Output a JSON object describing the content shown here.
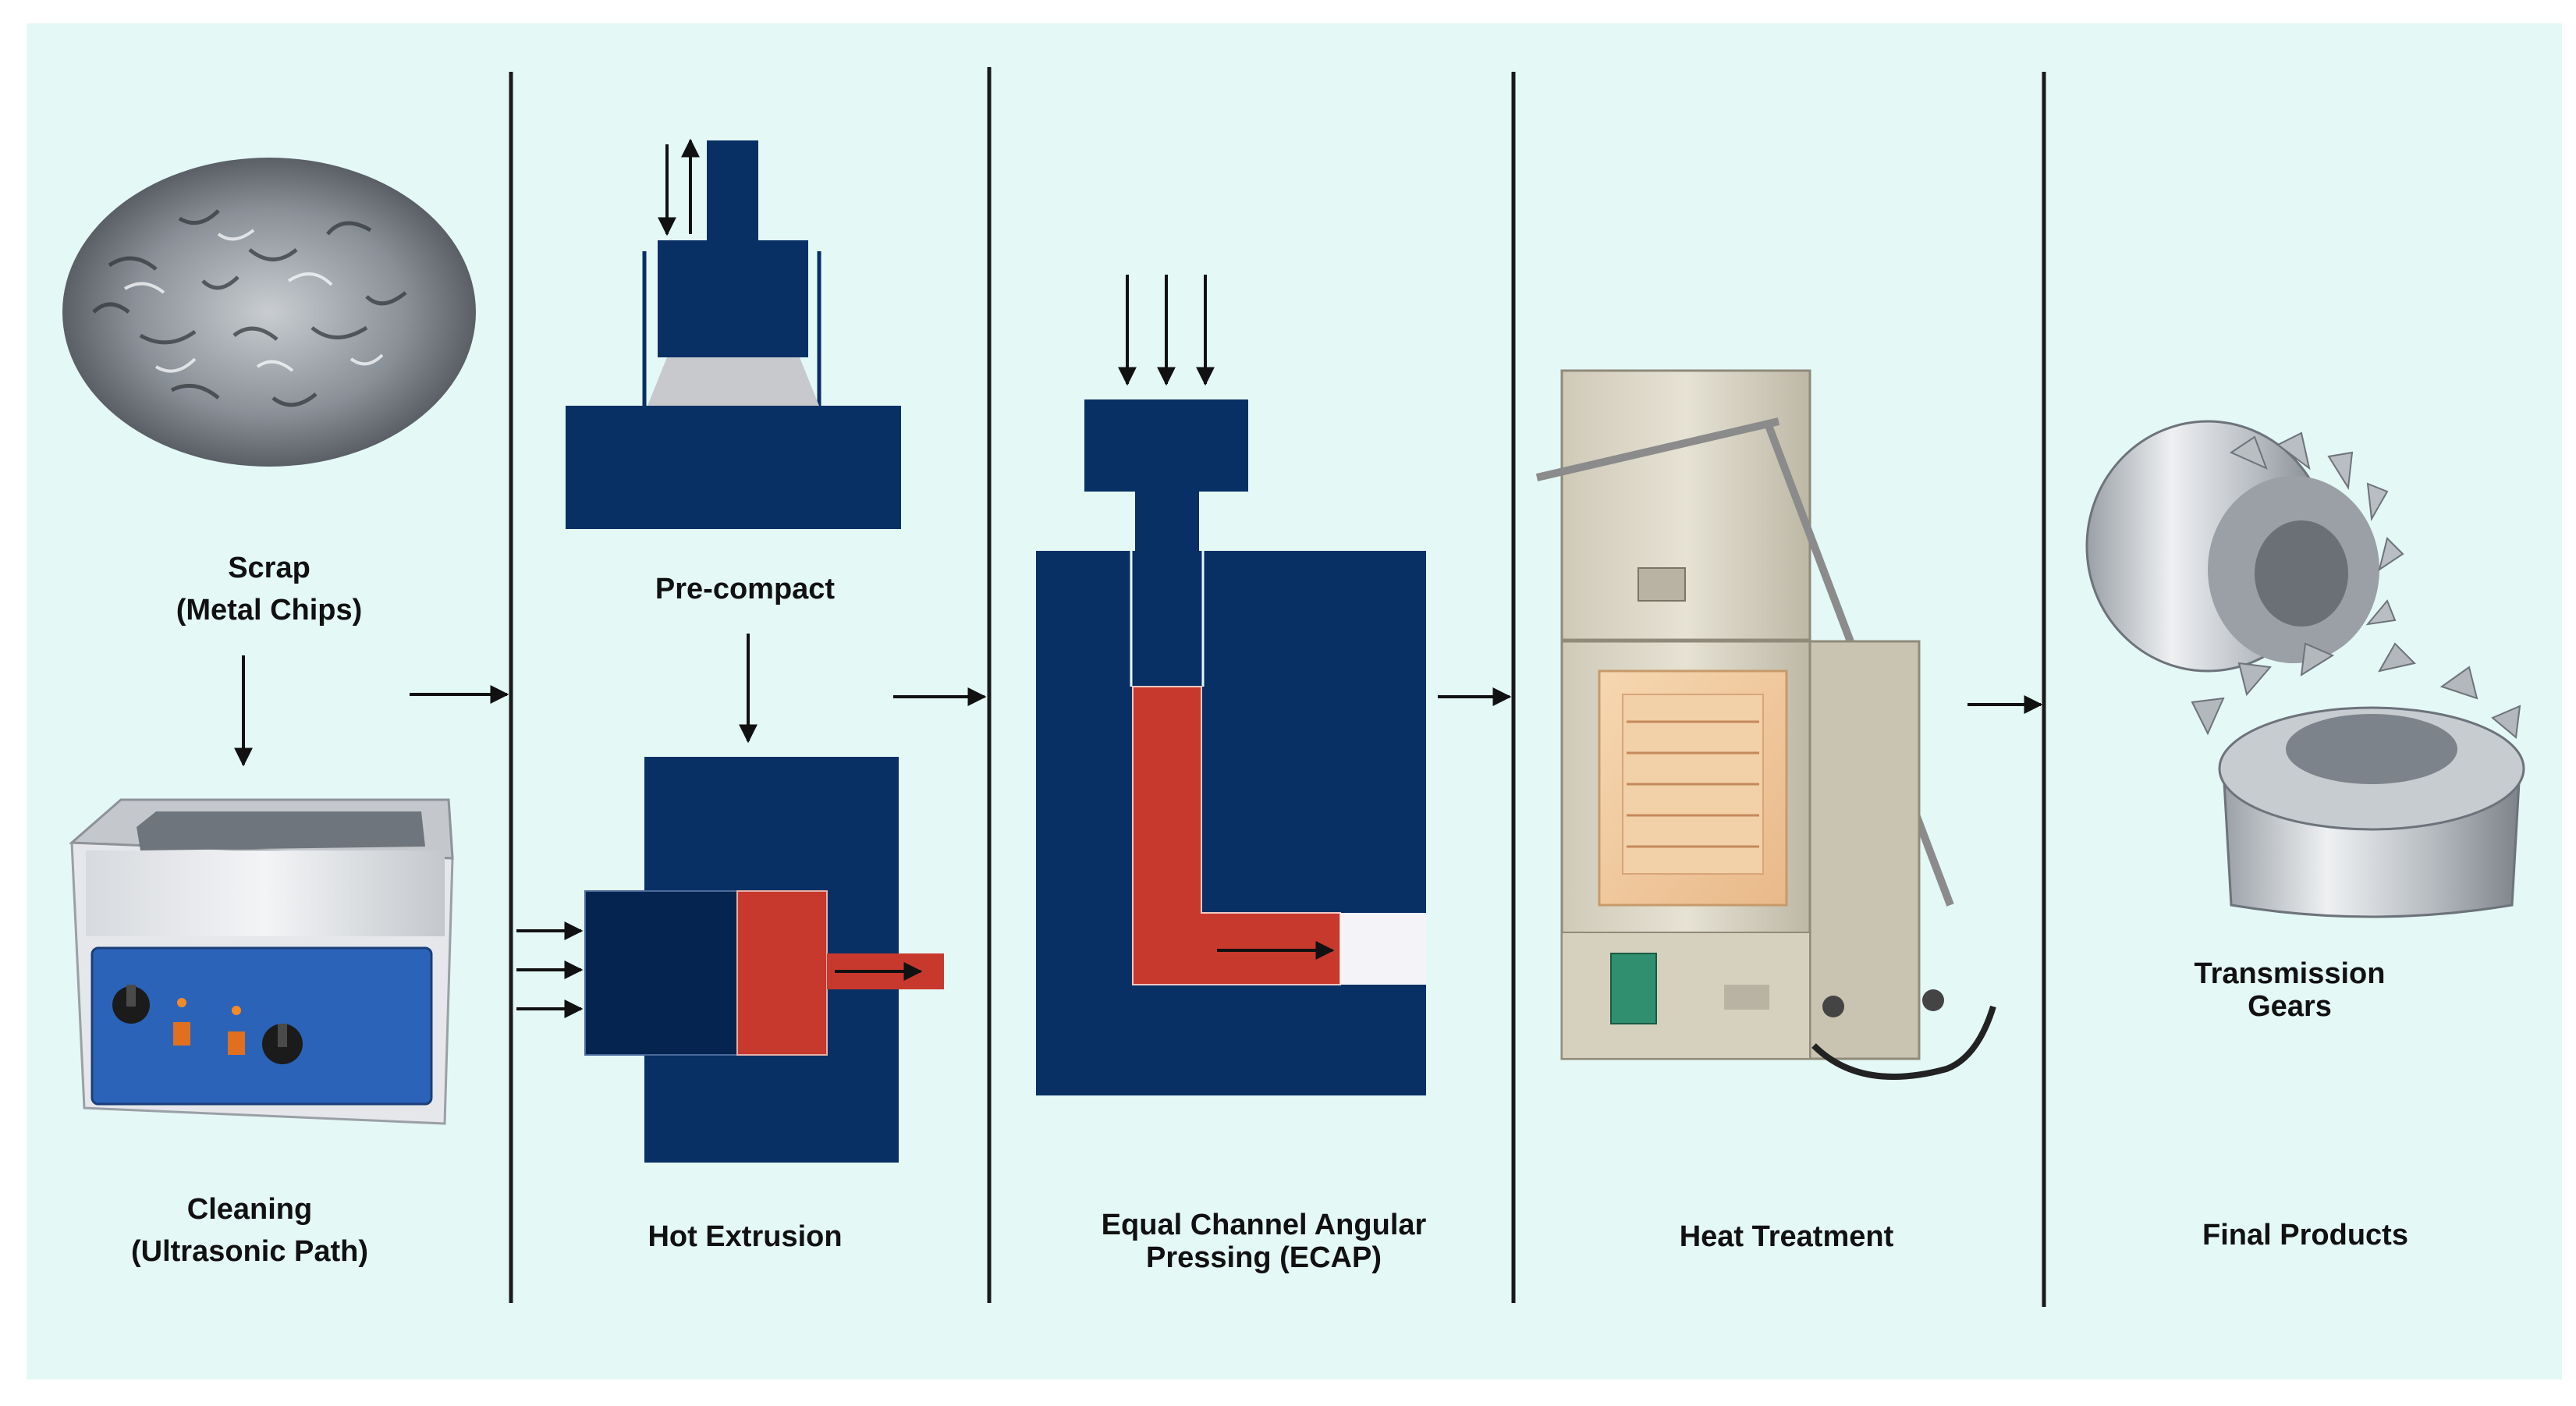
{
  "colors": {
    "background": "#e4f8f6",
    "die_blue": "#083064",
    "billet_dark": "#052550",
    "material_red": "#c8392d",
    "arrow": "#111111",
    "divider": "#1a1a1a"
  },
  "stages": [
    {
      "id": "scrap",
      "label_top_line1": "Scrap",
      "label_top_line2": "(Metal Chips)",
      "label_bottom_line1": "Cleaning",
      "label_bottom_line2": "(Ultrasonic Path)"
    },
    {
      "id": "extrusion",
      "label_top": "Pre-compact",
      "label_bottom": "Hot Extrusion"
    },
    {
      "id": "ecap",
      "label_line1": "Equal Channel Angular",
      "label_line2": "Pressing (ECAP)"
    },
    {
      "id": "heat",
      "label": "Heat Treatment"
    },
    {
      "id": "final",
      "label_mid_line1": "Transmission",
      "label_mid_line2": "Gears",
      "label_bottom": "Final Products"
    }
  ],
  "icons": [
    "metal-chips-image",
    "ultrasonic-bath-icon",
    "pre-compact-die-icon",
    "hot-extrusion-die-icon",
    "ecap-die-icon",
    "furnace-icon",
    "gears-icon",
    "arrow-icon"
  ]
}
